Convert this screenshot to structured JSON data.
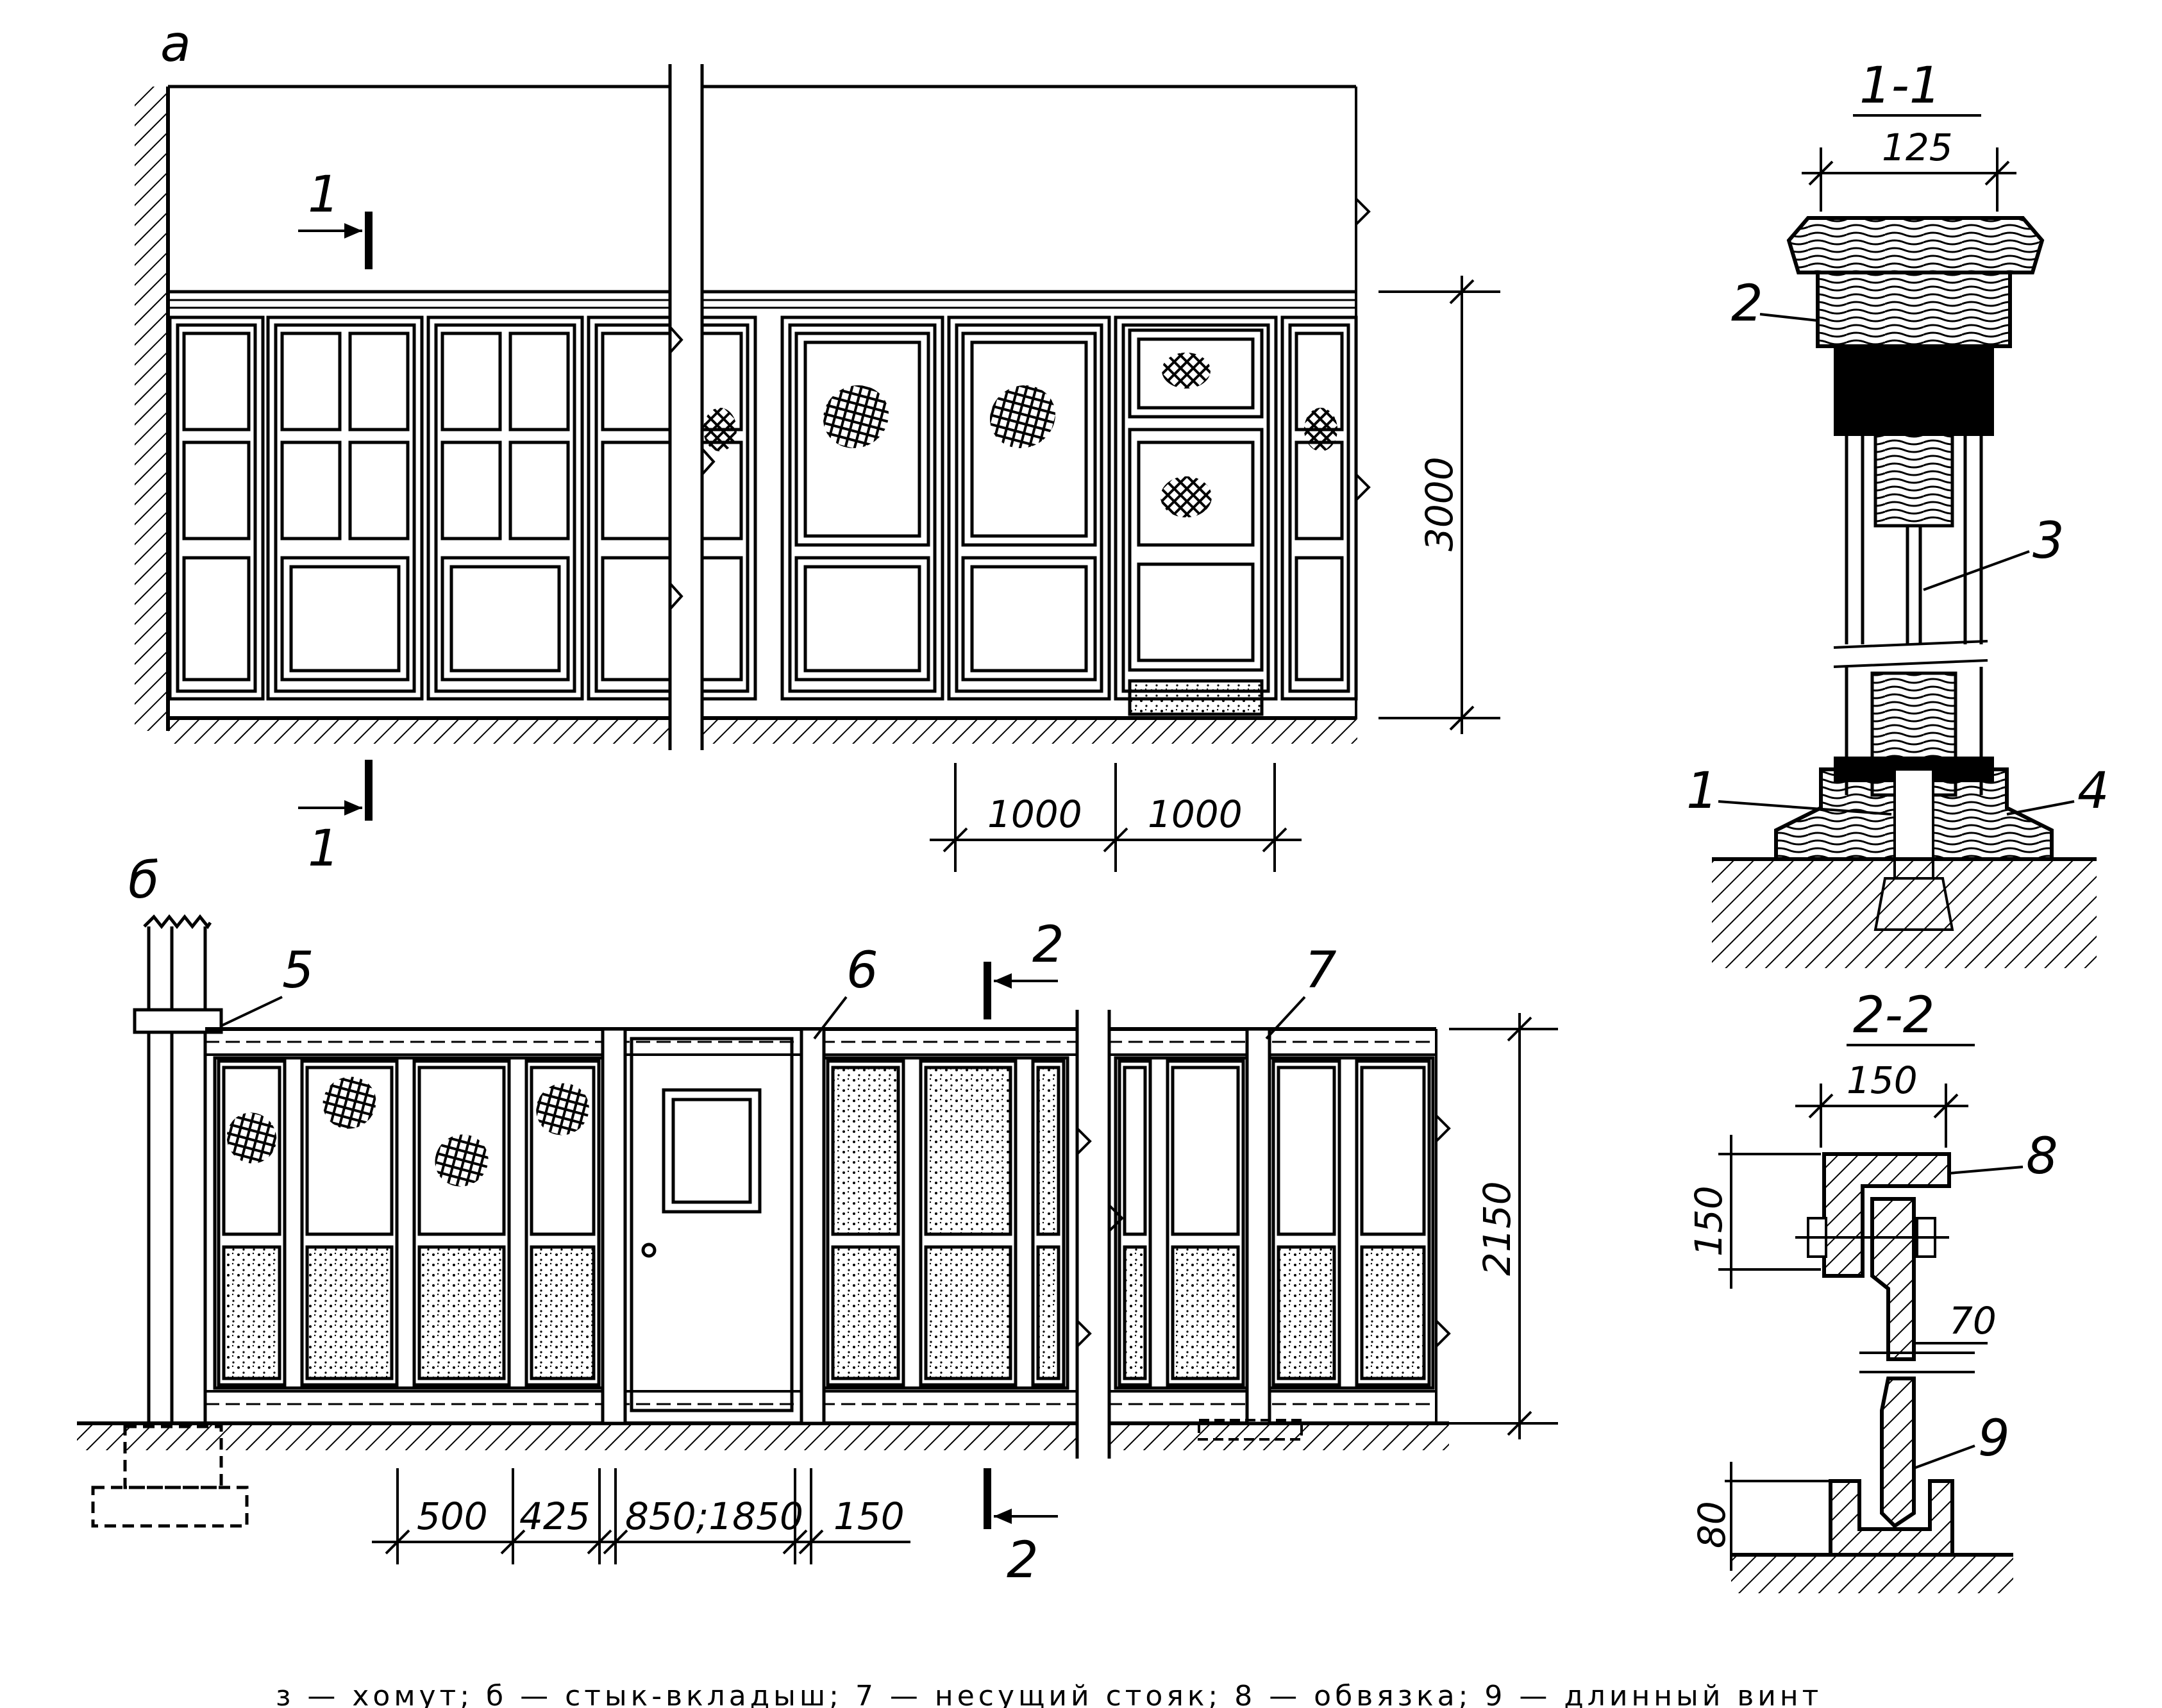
{
  "labels": {
    "view_a": "a",
    "view_b": "б",
    "section_1_1": "1-1",
    "section_2_2": "2-2",
    "cut_1": "1",
    "cut_2": "2"
  },
  "dimensions": {
    "a_height": "3000",
    "a_module_1": "1000",
    "a_module_2": "1000",
    "b_height": "2150",
    "b_500": "500",
    "b_425": "425",
    "b_door": "850;1850",
    "b_150": "150",
    "s11_width": "125",
    "s22_width": "150",
    "s22_height": "150",
    "s22_70": "70",
    "s22_80": "80"
  },
  "callouts": [
    "1",
    "2",
    "3",
    "4",
    "5",
    "6",
    "7",
    "8",
    "9"
  ],
  "caption": "з — хомут; б — стык-вкладыш; 7 — несущий стояк; 8 — обвязка; 9 — длинный винт",
  "colors": {
    "ink": "#000000",
    "paper": "#ffffff"
  }
}
